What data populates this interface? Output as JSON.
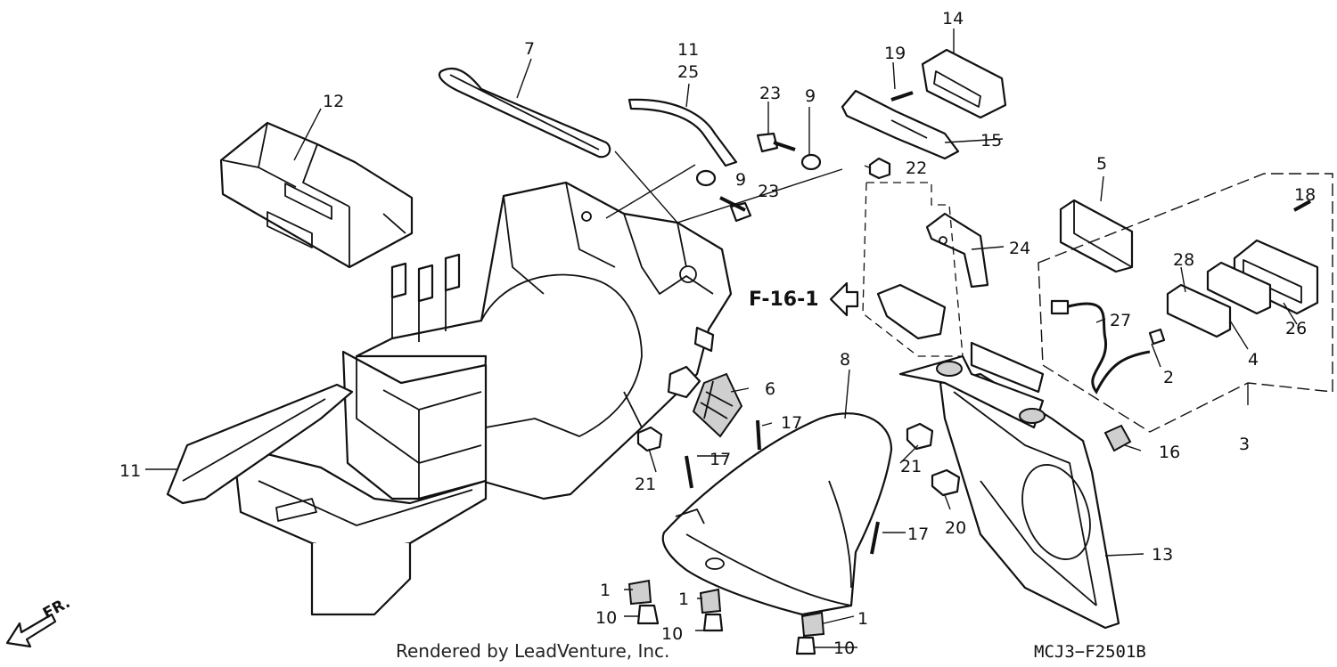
{
  "callouts": [
    "1",
    "1",
    "1",
    "2",
    "3",
    "4",
    "5",
    "6",
    "7",
    "8",
    "9",
    "9",
    "10",
    "10",
    "10",
    "11",
    "11",
    "12",
    "13",
    "14",
    "15",
    "16",
    "17",
    "17",
    "17",
    "18",
    "19",
    "20",
    "21",
    "21",
    "22",
    "23",
    "23",
    "24",
    "25",
    "26",
    "27",
    "28"
  ],
  "reference": "F-16-1",
  "direction": "FR.",
  "footer": "Rendered by LeadVenture, Inc.",
  "diagram_code": "MCJ3−F2501B"
}
